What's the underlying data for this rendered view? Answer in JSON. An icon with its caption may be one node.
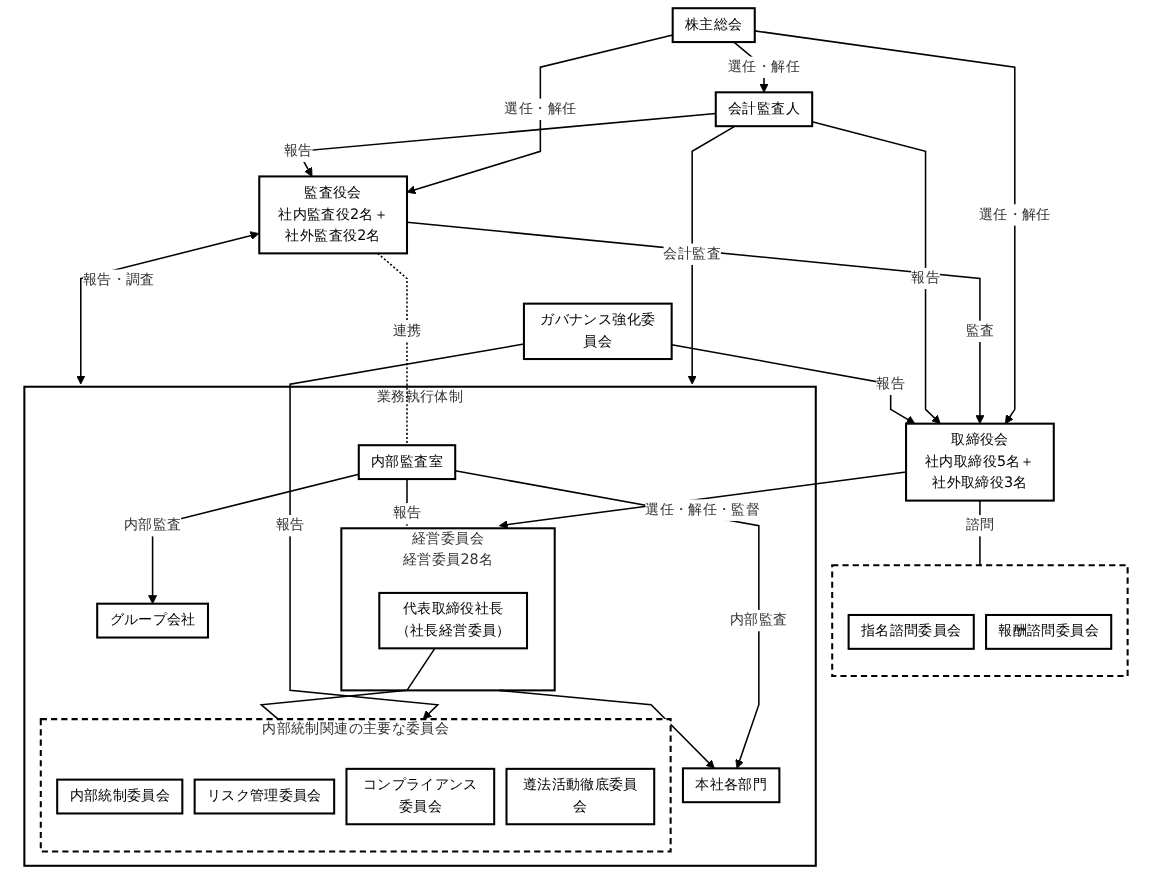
{
  "diagram": {
    "nodes": [
      {
        "text": [
          "株主総会"
        ]
      },
      {
        "text": [
          "監査役会",
          "社内監査役2名＋社外監査役2名"
        ]
      },
      {
        "text": [
          "取締役会",
          "社内取締役5名＋社外取締役3名"
        ]
      },
      {
        "text": [
          "会計監査人"
        ]
      },
      {
        "text": [],
        "shape": "box"
      },
      {
        "text": [
          "指名諮問委員会"
        ],
        "in": 4
      },
      {
        "text": [
          "報酬諮問委員会"
        ],
        "in": 4
      },
      {
        "text": [
          "ガバナンス強化委員会"
        ]
      },
      {
        "text": [
          "業務執行体制"
        ]
      },
      {
        "text": [
          "経営委員会",
          "経営委員28名"
        ],
        "in": 8
      },
      {
        "text": [
          "代表取締役社長（社長経営委員）"
        ],
        "in": 9
      },
      {
        "text": [
          "内部統制関連の主要な委員会"
        ],
        "in": 8
      },
      {
        "text": [
          "内部統制委員会"
        ],
        "in": 11
      },
      {
        "text": [
          "リスク管理委員会"
        ],
        "in": 11
      },
      {
        "text": [
          "コンプライアンス委員会"
        ],
        "in": 11
      },
      {
        "text": [
          "遵法活動徹底委員会"
        ],
        "in": 11
      },
      {
        "text": [
          "内部監査室"
        ],
        "in": 8
      },
      {
        "text": [
          "本社各部門"
        ],
        "in": 8
      },
      {
        "text": [
          "グループ会社"
        ],
        "in": 8
      }
    ],
    "edges": [
      {
        "from": 0,
        "to": 1,
        "arrow": "to",
        "label": "選任・解任"
      },
      {
        "from": 0,
        "to": 2,
        "arrow": "to",
        "label": "選任・解任"
      },
      {
        "from": 0,
        "to": 3,
        "arrow": "to",
        "label": "選任・解任"
      },
      {
        "from": 1,
        "to": 2,
        "arrow": "to",
        "label": "監査"
      },
      {
        "from": 3,
        "to": 2,
        "arrow": "to",
        "label": "報告"
      },
      {
        "from": 3,
        "to": 1,
        "arrow": "to",
        "label": "報告"
      },
      {
        "from": 7,
        "to": 2,
        "arrow": "to",
        "label": "報告"
      },
      {
        "from": 2,
        "to": 4,
        "arrow": "none",
        "label": "諮問"
      },
      {
        "from": 2,
        "to": 9,
        "arrow": "to",
        "label": "選任・解任・監督"
      },
      {
        "from": 3,
        "to": 8,
        "arrow": "to",
        "label": "会計監査"
      },
      {
        "from": 7,
        "to": 11,
        "arrow": "to",
        "label": "報告"
      },
      {
        "from": 1,
        "to": 8,
        "arrow": "both",
        "label": "報告・調査"
      },
      {
        "from": 1,
        "to": 16,
        "arrow": "none",
        "label": "連携",
        "style": "dashed"
      },
      {
        "from": 10,
        "to": 11,
        "arrow": "none"
      },
      {
        "from": 16,
        "to": 9,
        "arrow": "to",
        "label": "報告"
      },
      {
        "from": 9,
        "to": 17,
        "arrow": "to"
      },
      {
        "from": 16,
        "to": 17,
        "arrow": "to",
        "label": "内部監査"
      },
      {
        "from": 16,
        "to": 18,
        "arrow": "to",
        "label": "内部監査"
      }
    ]
  }
}
